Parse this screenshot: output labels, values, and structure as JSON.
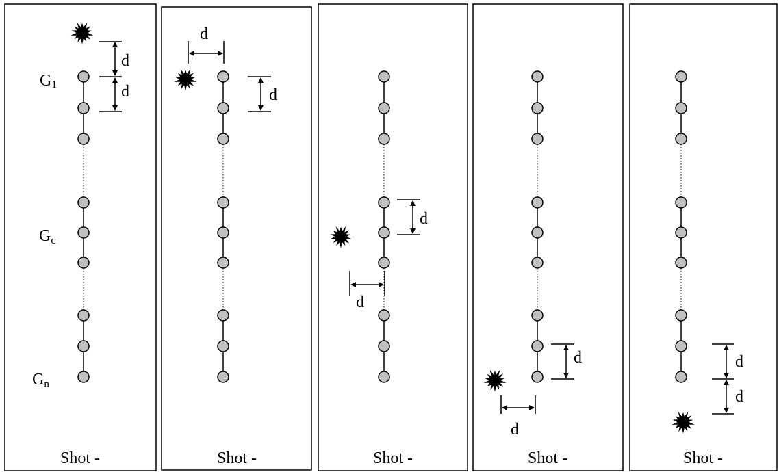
{
  "panels": [
    {
      "id": "panel-1",
      "shot_label": "Shot -",
      "group_labels": [
        {
          "main": "G",
          "sub": "1"
        },
        {
          "main": "G",
          "sub": "c"
        },
        {
          "main": "G",
          "sub": "n"
        }
      ],
      "dimensions": [
        {
          "label": "d"
        },
        {
          "label": "d"
        }
      ]
    },
    {
      "id": "panel-2",
      "shot_label": "Shot -",
      "dimensions": [
        {
          "label": "d"
        },
        {
          "label": "d"
        }
      ]
    },
    {
      "id": "panel-3",
      "shot_label": "Shot -",
      "dimensions": [
        {
          "label": "d"
        },
        {
          "label": "d"
        }
      ]
    },
    {
      "id": "panel-4",
      "shot_label": "Shot -",
      "dimensions": [
        {
          "label": "d"
        },
        {
          "label": "d"
        }
      ]
    },
    {
      "id": "panel-5",
      "shot_label": "Shot -",
      "dimensions": [
        {
          "label": "d"
        },
        {
          "label": "d"
        }
      ]
    }
  ],
  "colors": {
    "geophone_fill": "#c0c0c0",
    "stroke": "#000000",
    "background": "#ffffff"
  },
  "icons": {
    "geophone": "geophone-icon",
    "shot_source": "starburst-icon"
  }
}
